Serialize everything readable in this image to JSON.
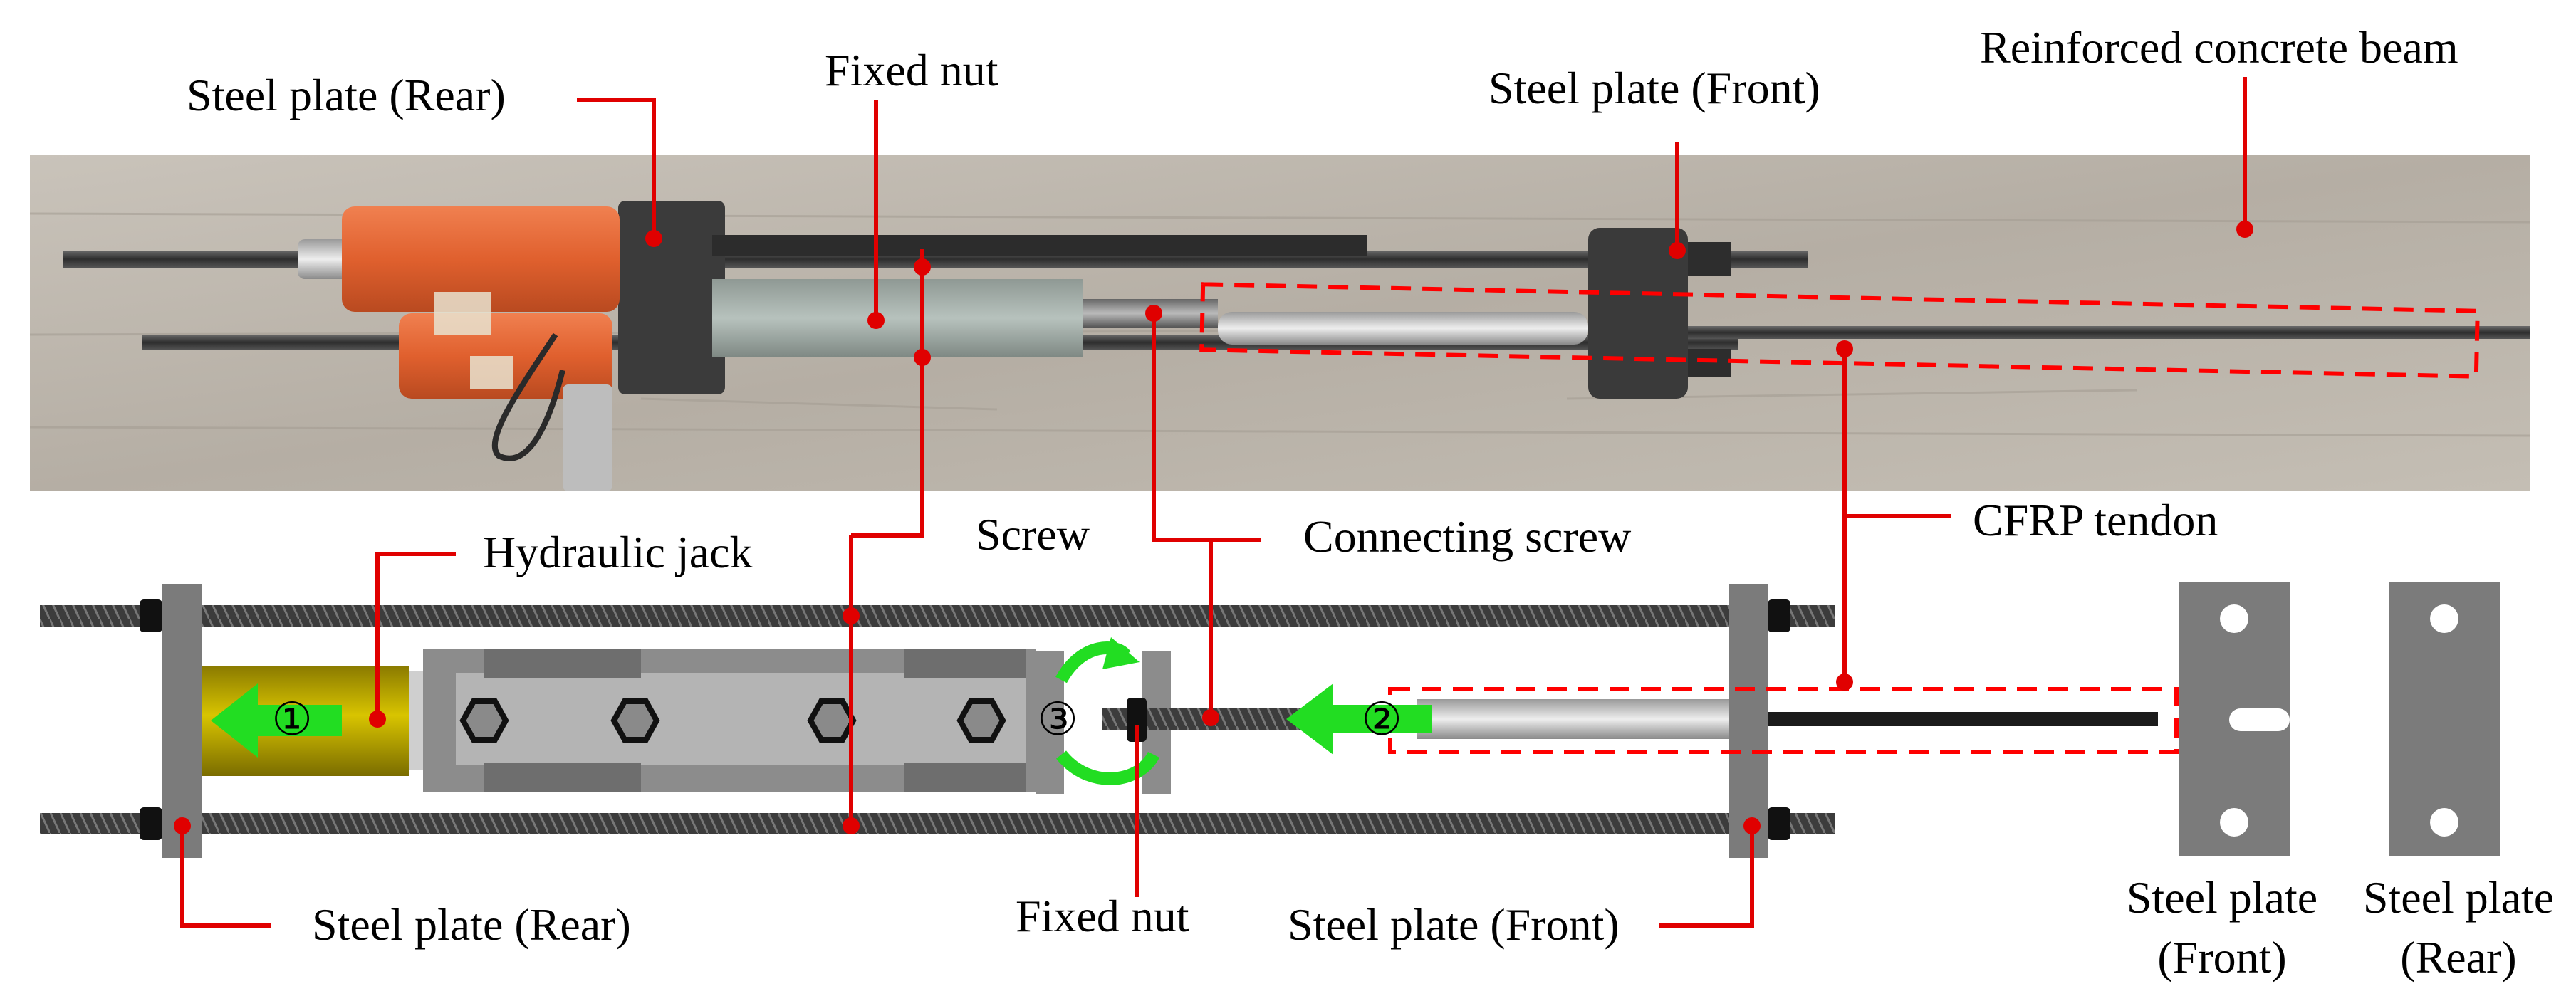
{
  "photo": {
    "labels": {
      "steel_plate_rear": "Steel plate (Rear)",
      "fixed_nut": "Fixed nut",
      "steel_plate_front": "Steel plate (Front)",
      "rc_beam": "Reinforced concrete beam"
    }
  },
  "middle": {
    "screw": "Screw",
    "connecting_screw": "Connecting screw",
    "cfrp_tendon": "CFRP tendon"
  },
  "schematic": {
    "hydraulic_jack": "Hydraulic jack",
    "steel_plate_rear": "Steel plate (Rear)",
    "fixed_nut": "Fixed nut",
    "steel_plate_front": "Steel plate (Front)",
    "steps": [
      "①",
      "②",
      "③"
    ]
  },
  "plates": {
    "front_line1": "Steel plate",
    "front_line2": "(Front)",
    "rear_line1": "Steel plate",
    "rear_line2": "(Rear)"
  },
  "colors": {
    "leader": "#e00000",
    "dashed_box": "#ff0000",
    "arrow": "#22dd22",
    "jack_photo": "#e8663a",
    "jack_schematic": "#b8a400",
    "steel": "#7a7a7a",
    "rod": "#3a3a3a",
    "concrete": "#b9b3aa"
  }
}
